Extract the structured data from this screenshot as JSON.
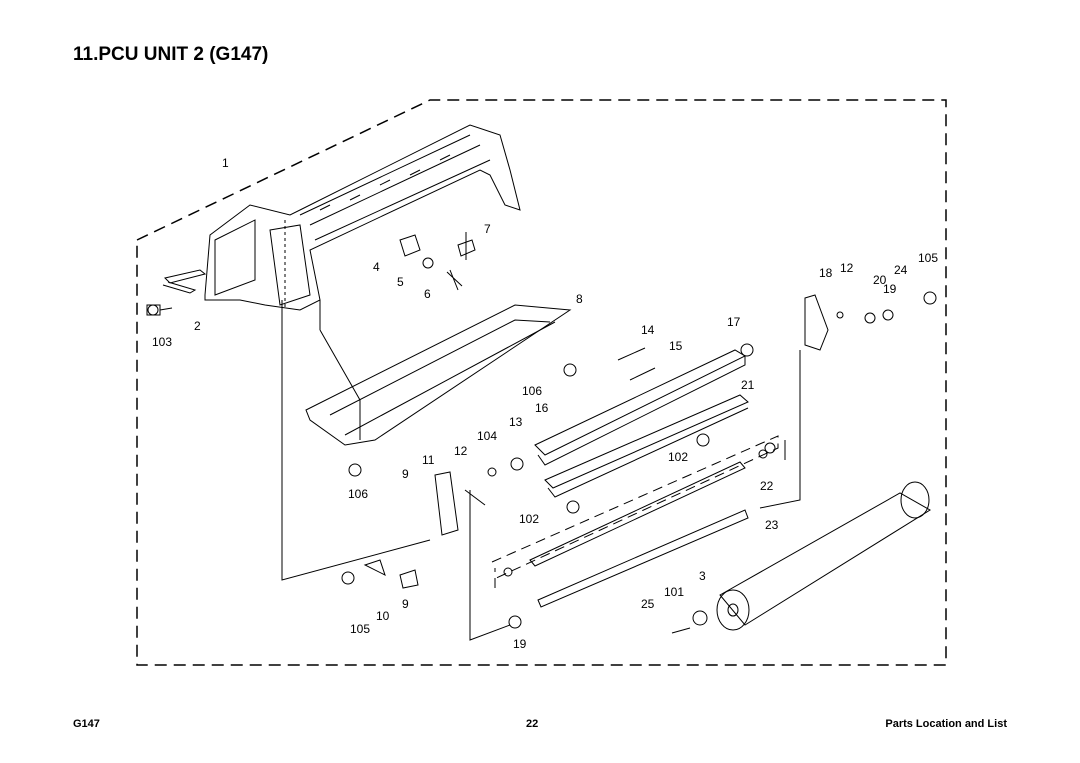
{
  "title": "11.PCU UNIT 2 (G147)",
  "footer": {
    "left": "G147",
    "center": "22",
    "right": "Parts Location and List"
  },
  "callouts": [
    "1",
    "7",
    "4",
    "5",
    "6",
    "2",
    "103",
    "8",
    "18",
    "12",
    "20",
    "24",
    "105",
    "19",
    "17",
    "14",
    "15",
    "106",
    "21",
    "16",
    "13",
    "104",
    "12",
    "11",
    "9",
    "102",
    "106",
    "22",
    "102",
    "23",
    "3",
    "101",
    "25",
    "9",
    "10",
    "105",
    "19"
  ]
}
